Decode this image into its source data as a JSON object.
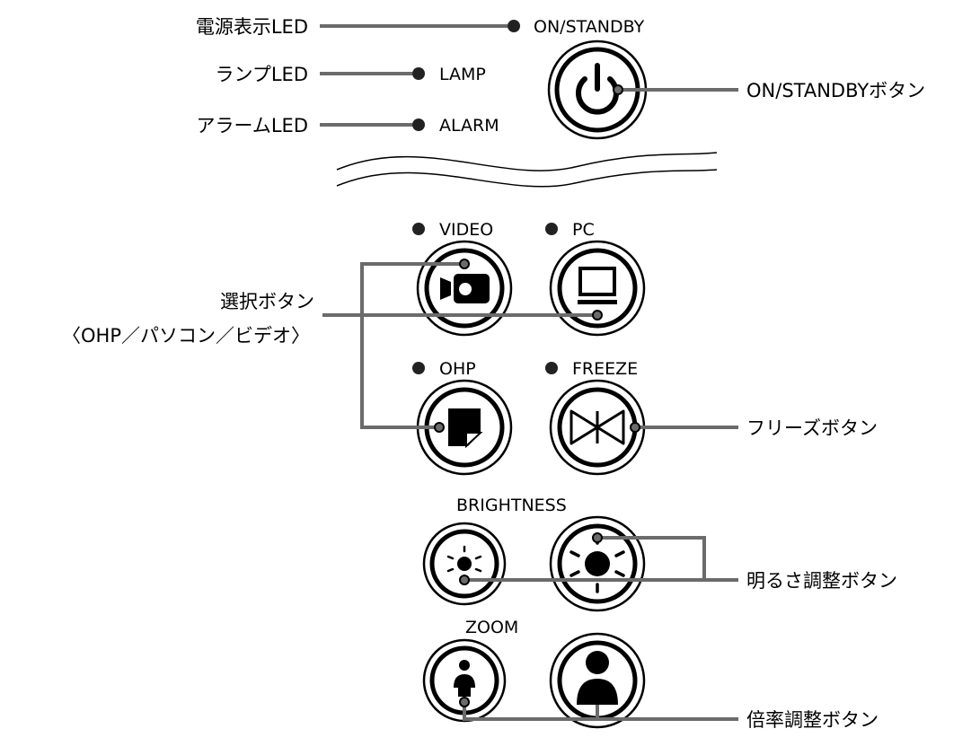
{
  "leds": {
    "power_label": "ON/STANDBY",
    "lamp_label": "LAMP",
    "alarm_label": "ALARM"
  },
  "inputs": {
    "video_label": "VIDEO",
    "pc_label": "PC",
    "ohp_label": "OHP",
    "freeze_label": "FREEZE"
  },
  "groups": {
    "brightness_label": "BRIGHTNESS",
    "zoom_label": "ZOOM"
  },
  "callouts": {
    "power_led": "電源表示LED",
    "lamp_led": "ランプLED",
    "alarm_led": "アラームLED",
    "standby_button": "ON/STANDBYボタン",
    "select_button_line1": "選択ボタン",
    "select_button_line2": "〈OHP／パソコン／ビデオ〉",
    "freeze_button": "フリーズボタン",
    "brightness_button": "明るさ調整ボタン",
    "zoom_button": "倍率調整ボタン"
  },
  "icons": {
    "led": "led-indicator-icon",
    "standby": "power-icon",
    "video": "video-camera-icon",
    "pc": "monitor-icon",
    "ohp": "document-page-icon",
    "freeze": "freeze-bowtie-icon",
    "brightness_down": "sun-small-icon",
    "brightness_up": "sun-large-icon",
    "zoom_out": "person-small-icon",
    "zoom_in": "person-large-icon"
  },
  "colors": {
    "leader": "#6b6b6b",
    "outline": "#000000",
    "led": "#222222"
  }
}
